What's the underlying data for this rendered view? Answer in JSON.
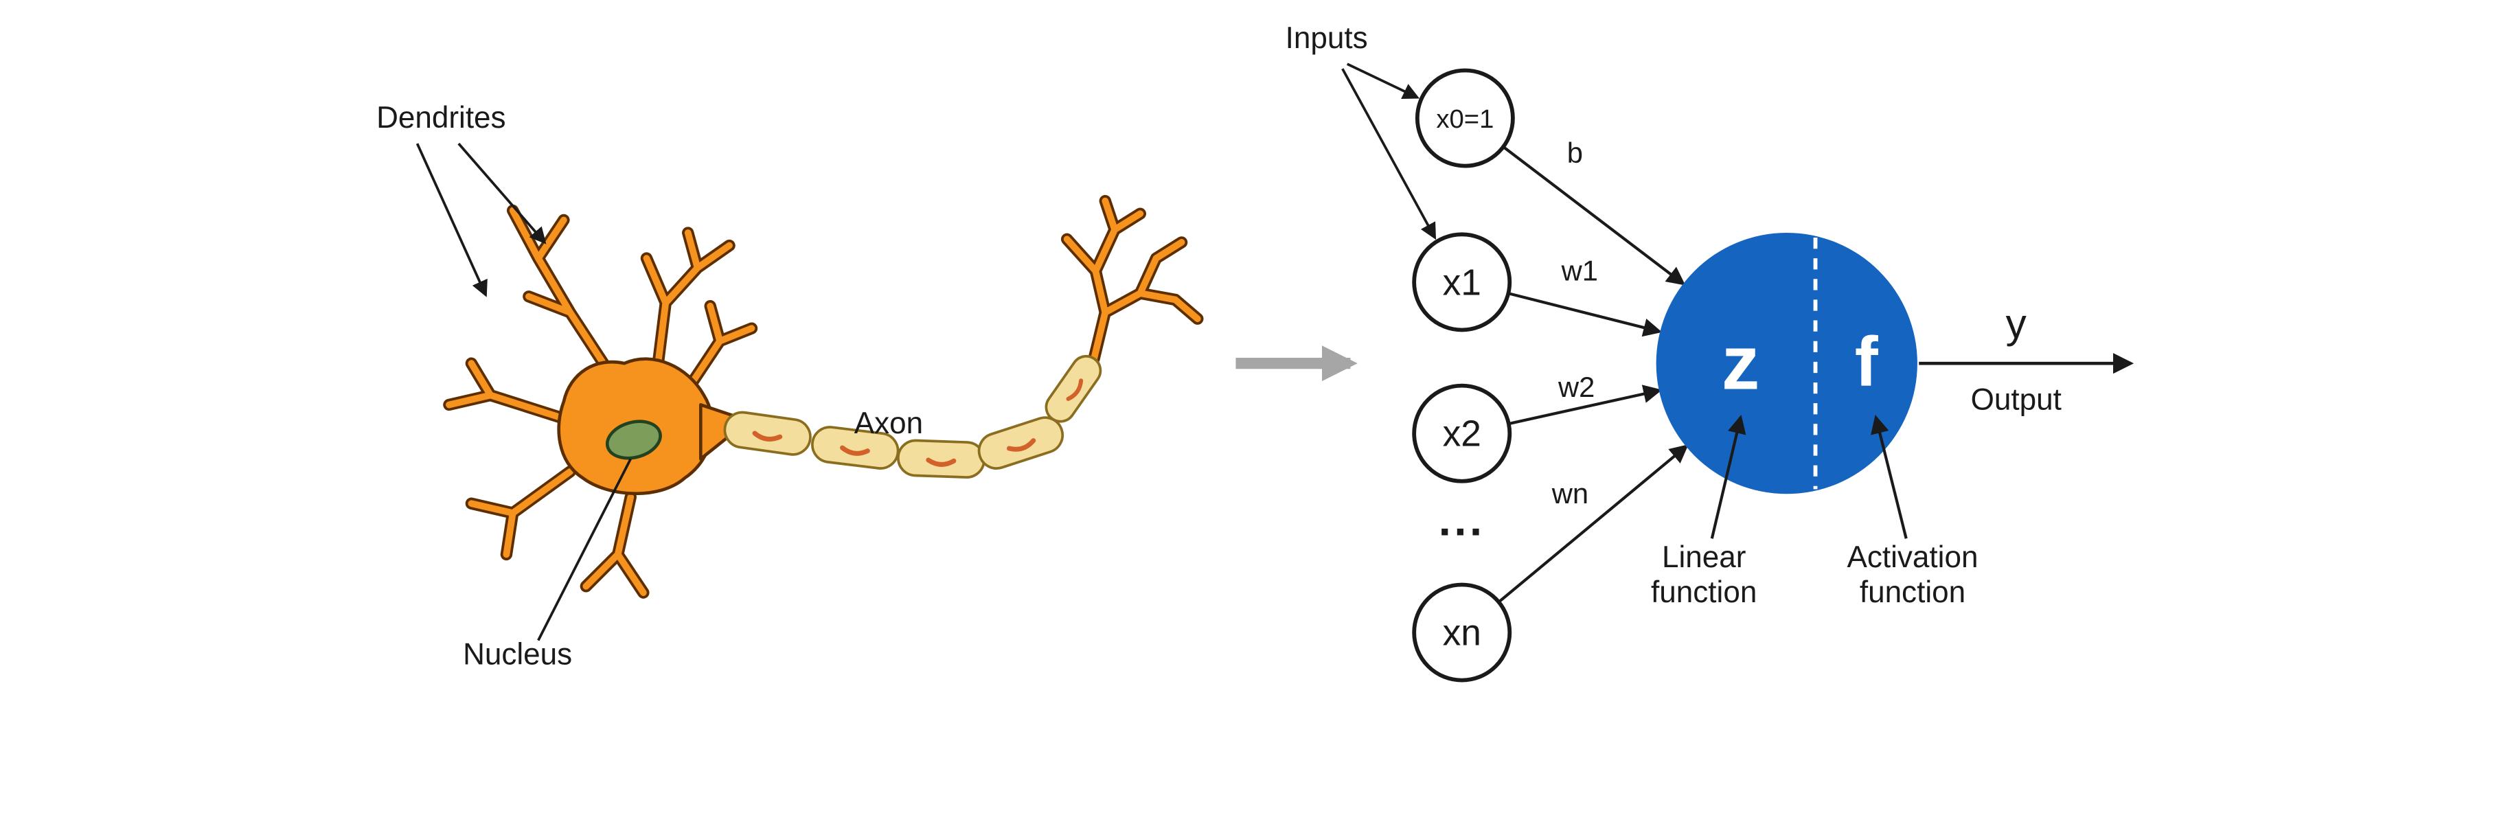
{
  "colors": {
    "neuron_orange": "#F6921E",
    "neuron_outline": "#5C2E00",
    "myelin_fill": "#F3DE9E",
    "myelin_outline": "#8A6D1F",
    "myelin_mark": "#D2622A",
    "nucleus_green": "#7C9E5A",
    "body_blue": "#1565C0",
    "arrow_gray": "#A6A6A6",
    "text_black": "#1A1A1A"
  },
  "biological": {
    "dendrites_label": "Dendrites",
    "axon_label": "Axon",
    "nucleus_label": "Nucleus"
  },
  "perceptron": {
    "inputs_label": "Inputs",
    "input_nodes": [
      {
        "label": "x0=1"
      },
      {
        "label": "x1"
      },
      {
        "label": "x2"
      },
      {
        "label": "..."
      },
      {
        "label": "xn"
      }
    ],
    "weight_labels": [
      "b",
      "w1",
      "w2",
      "wn"
    ],
    "linear_symbol": "z",
    "activation_symbol": "f",
    "output_var": "y",
    "output_label": "Output",
    "linear_caption_line1": "Linear",
    "linear_caption_line2": "function",
    "activation_caption_line1": "Activation",
    "activation_caption_line2": "function"
  }
}
